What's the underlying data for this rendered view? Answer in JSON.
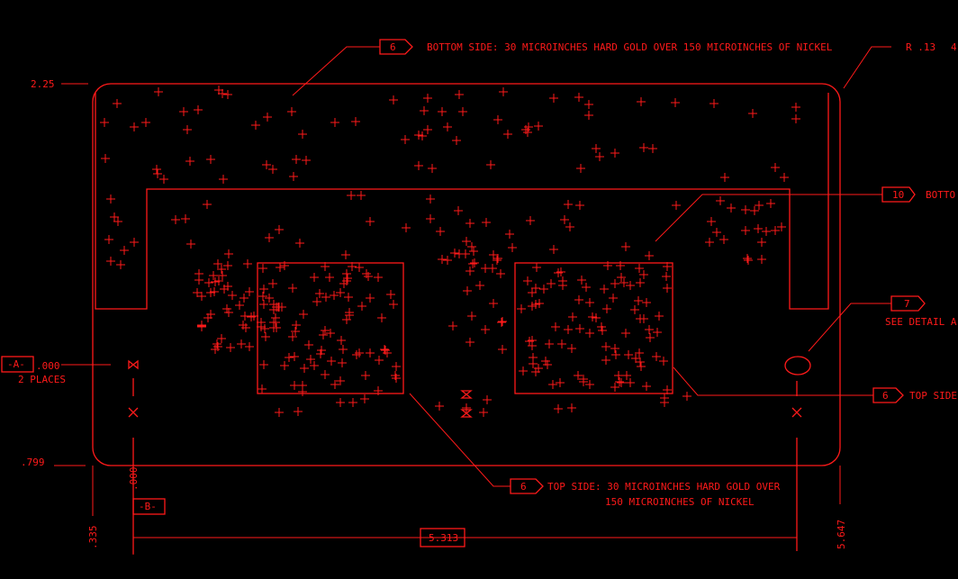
{
  "drawing": {
    "color": "#ff1a1a",
    "background": "#000000",
    "notes": {
      "bottom_side": {
        "flag": "6",
        "text": "BOTTOM SIDE: 30 MICROINCHES HARD GOLD OVER 150 MICROINCHES OF NICKEL"
      },
      "radius": {
        "text": "R .13",
        "extra": "4"
      },
      "flag_10": {
        "flag": "10",
        "text": "BOTTO"
      },
      "flag_7": {
        "flag": "7",
        "text": "SEE DETAIL A"
      },
      "top_side_right": {
        "flag": "6",
        "text": "TOP SIDE"
      },
      "top_side": {
        "flag": "6",
        "line1": "TOP SIDE: 30 MICROINCHES HARD GOLD OVER",
        "line2": "150 MICROINCHES OF NICKEL"
      }
    },
    "datums": {
      "a": {
        "label": "-A-",
        "value": ".000",
        "note": "2 PLACES"
      },
      "b": {
        "label": "-B-",
        "value": ".000"
      }
    },
    "dimensions": {
      "top": "2.25",
      "left_y": ".799",
      "left_x": ".335",
      "width": "5.313",
      "right_x": "5.647"
    }
  }
}
